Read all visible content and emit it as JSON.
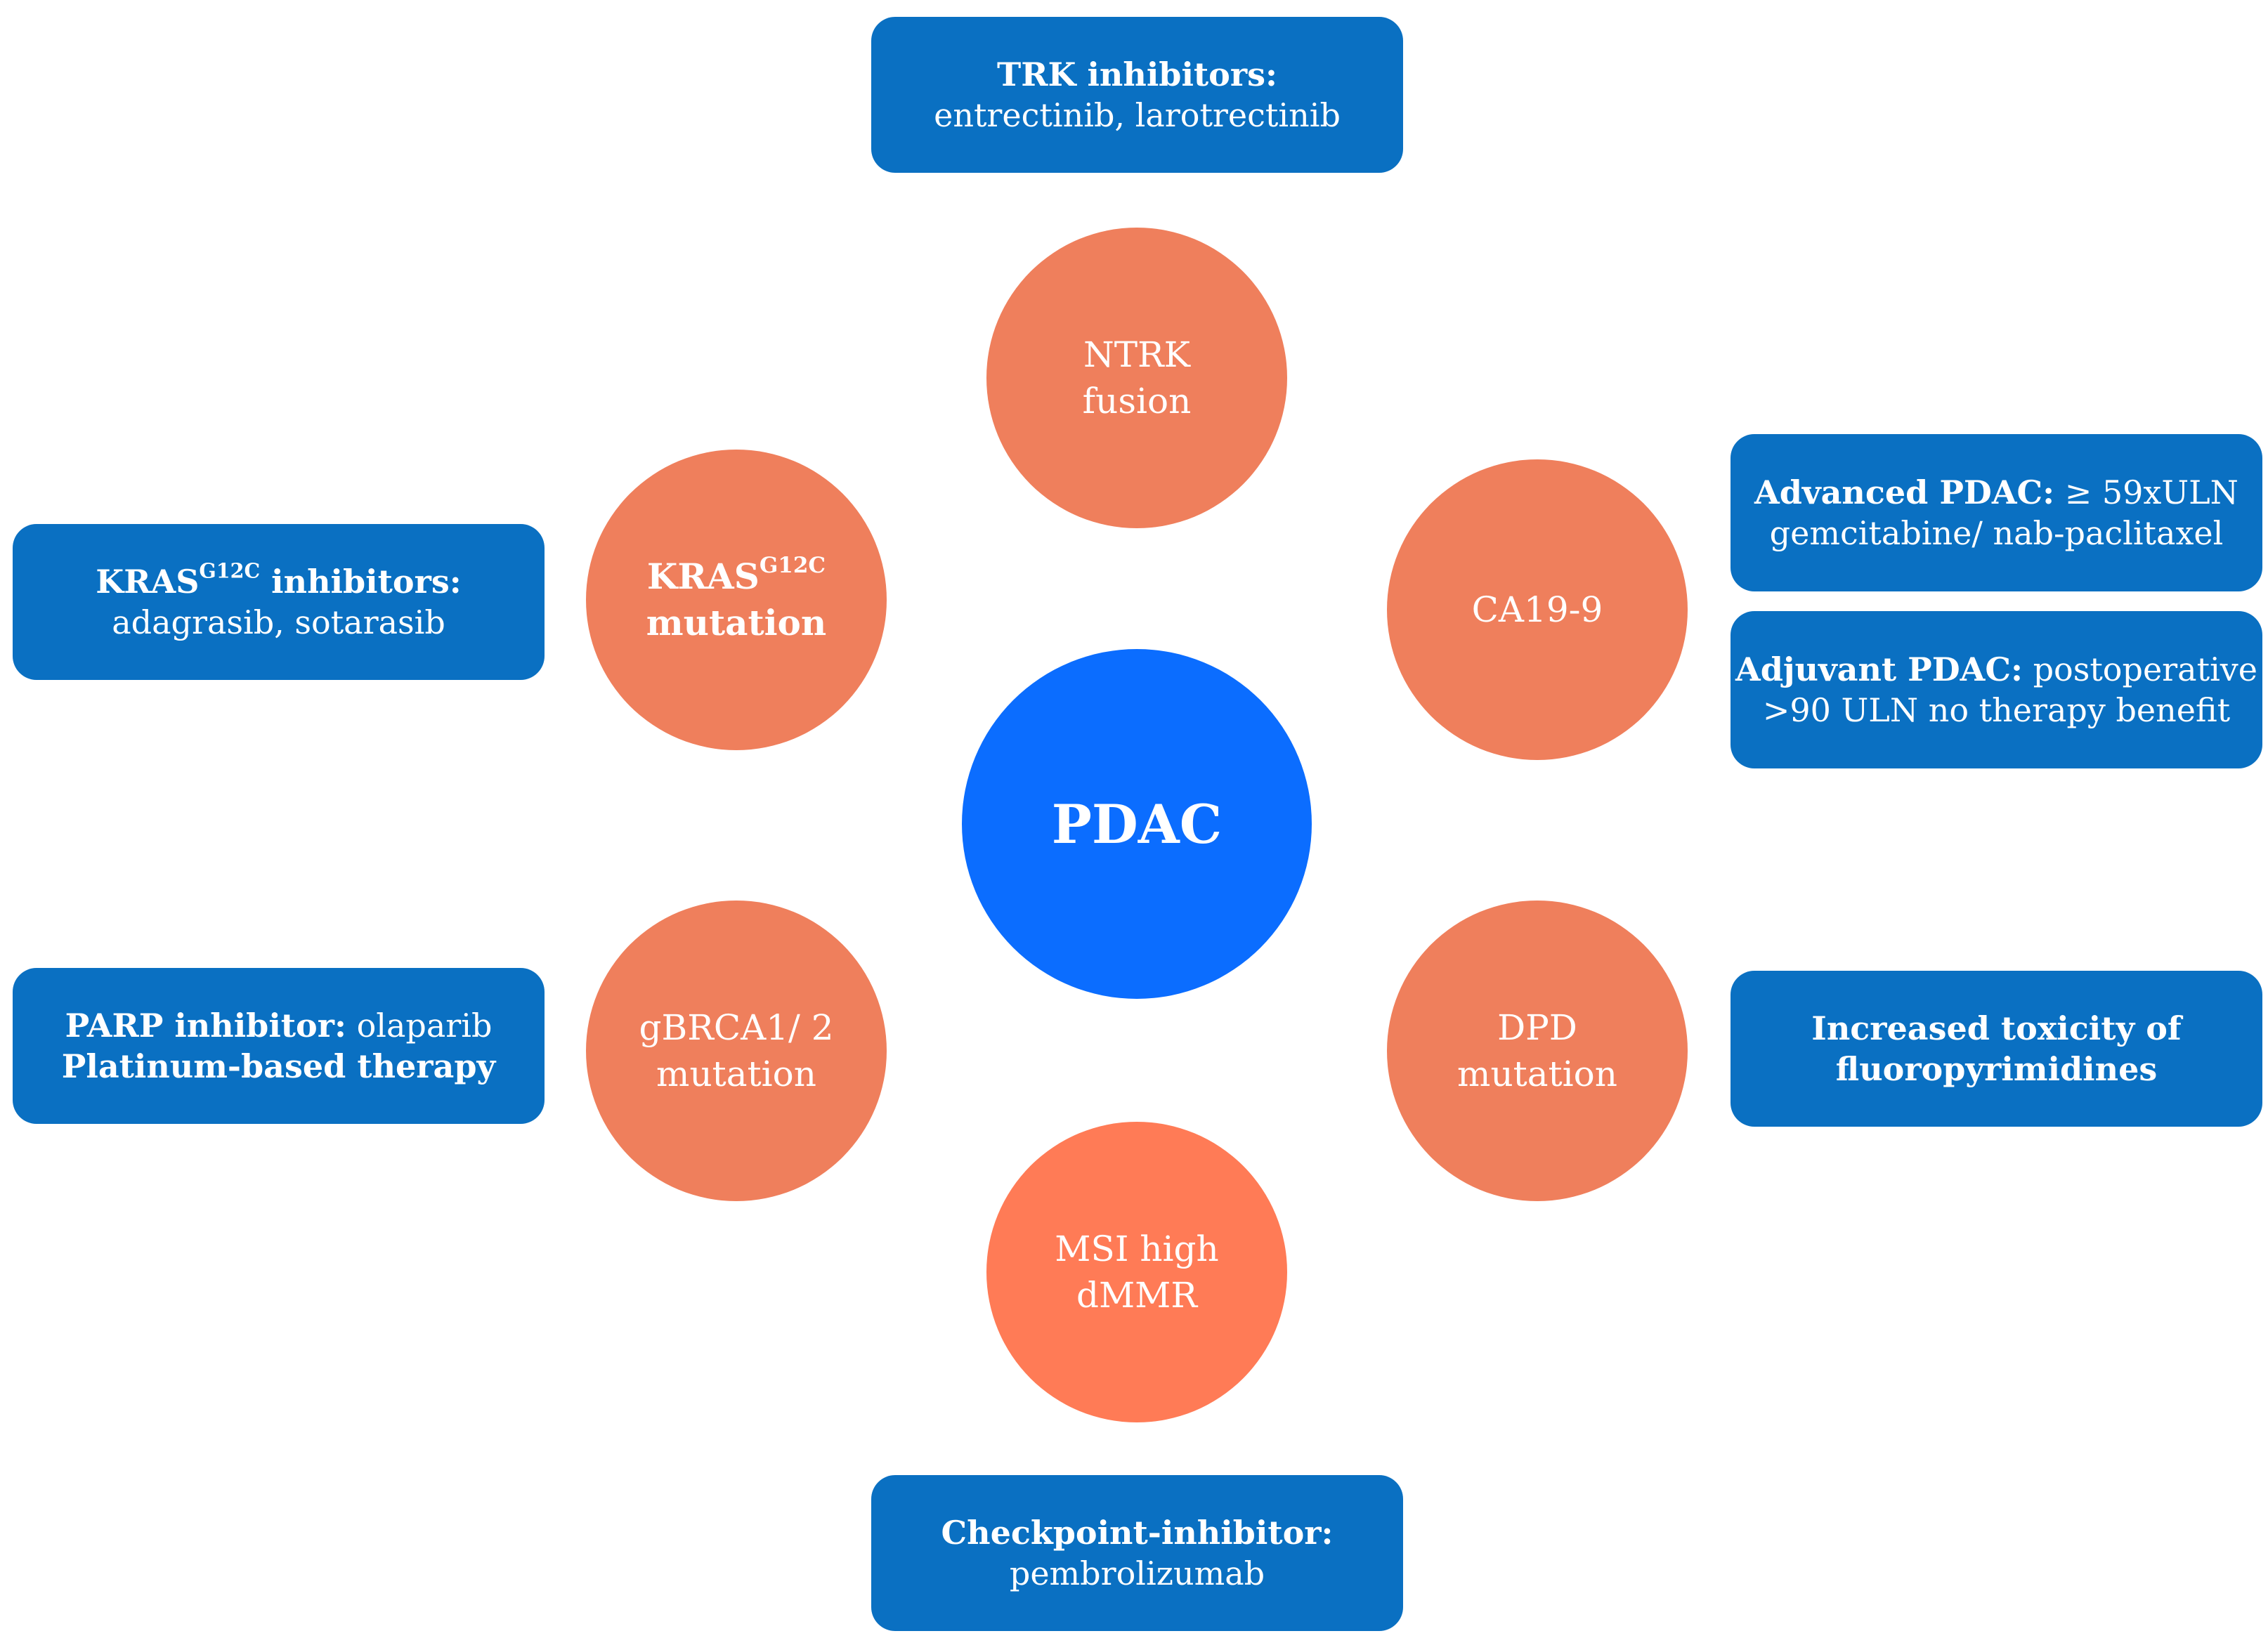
{
  "center": {
    "label": "PDAC"
  },
  "circles": {
    "ntrk": {
      "line1": "NTRK",
      "line2": "fusion"
    },
    "kras": {
      "base": "KRAS",
      "sup": "G12C",
      "line2": "mutation"
    },
    "ca199": {
      "label": "CA19-9"
    },
    "brca": {
      "line1": "gBRCA1/ 2",
      "line2": "mutation"
    },
    "dpd": {
      "line1": "DPD",
      "line2": "mutation"
    },
    "msi": {
      "line1": "MSI high",
      "line2": "dMMR"
    }
  },
  "boxes": {
    "trk": {
      "title": "TRK inhibitors:",
      "line2": "entrectinib, larotrectinib"
    },
    "kras": {
      "base": "KRAS",
      "sup": "G12C",
      "title_rest": " inhibitors:",
      "line2": "adagrasib, sotarasib"
    },
    "advanced": {
      "bold": "Advanced PDAC:",
      "rest": " ≥ 59xULN",
      "line2": "gemcitabine/ nab-paclitaxel"
    },
    "adjuvant": {
      "bold": "Adjuvant PDAC:",
      "rest": " postoperative",
      "line2": ">90 ULN no therapy benefit"
    },
    "parp": {
      "bold": "PARP inhibitor:",
      "rest": " olaparib",
      "line2": "Platinum-based therapy"
    },
    "dpd": {
      "line1": "Increased toxicity of",
      "line2": "fluoropyrimidines"
    },
    "checkpoint": {
      "title": "Checkpoint-inhibitor:",
      "line2": "pembrolizumab"
    }
  },
  "colors": {
    "box": "#0a70c2",
    "circle": "#ef7f5c",
    "circle_msi": "#ff7b56",
    "center": "#0b6dff"
  }
}
